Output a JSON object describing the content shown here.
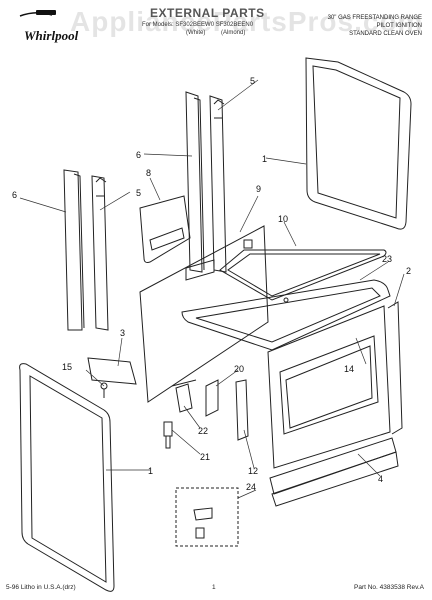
{
  "header": {
    "brand": "Whirlpool",
    "title": "EXTERNAL PARTS",
    "for_models": "For Models: SF302BEEW0 SF302BEEN0",
    "variants": [
      "(White)",
      "(Almond)"
    ],
    "description_lines": [
      "30\" GAS FREESTANDING RANGE",
      "PILOT IGNITION",
      "STANDARD CLEAN OVEN"
    ]
  },
  "watermark": "AppliancePartsPros.com",
  "callouts": [
    "1",
    "1",
    "2",
    "3",
    "4",
    "5",
    "5",
    "6",
    "6",
    "8",
    "9",
    "10",
    "12",
    "14",
    "15",
    "20",
    "21",
    "22",
    "23",
    "24"
  ],
  "footer": {
    "left": "5-96 Litho in U.S.A.(drz)",
    "page": "1",
    "part_no": "Part No. 4383538 Rev.A"
  }
}
